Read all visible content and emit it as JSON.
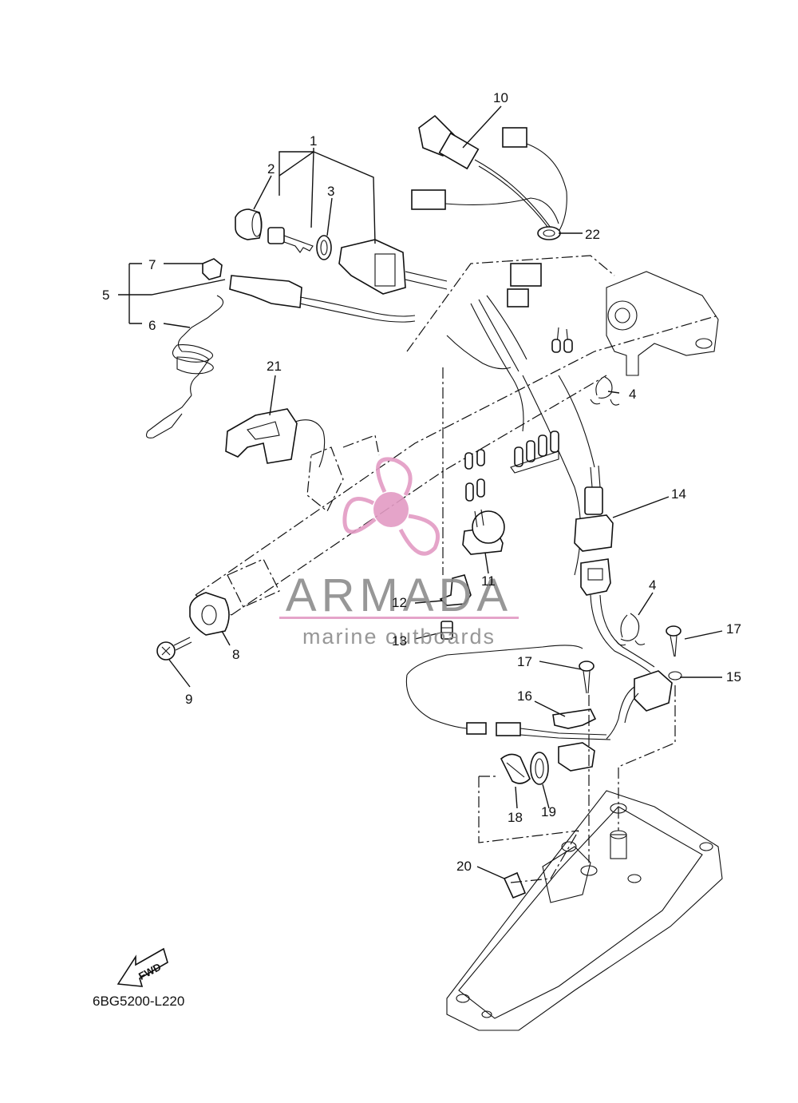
{
  "diagram": {
    "code": "6BG5200-L220",
    "fwd_label": "FWD",
    "watermark": {
      "brand": "ARMADA",
      "tagline": "marine outboards",
      "pink": "#e39bc4",
      "gray": "#8c8c8c"
    },
    "callouts": [
      "1",
      "2",
      "3",
      "4",
      "4",
      "5",
      "6",
      "7",
      "8",
      "9",
      "10",
      "11",
      "12",
      "13",
      "14",
      "15",
      "16",
      "17",
      "17",
      "18",
      "19",
      "20",
      "21",
      "22"
    ]
  }
}
